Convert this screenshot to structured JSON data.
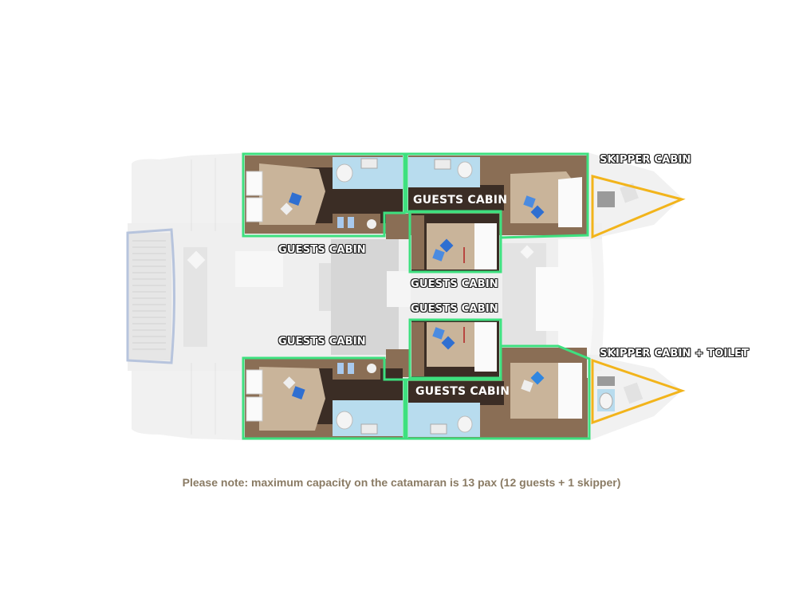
{
  "colors": {
    "guest_cabin_outline": "#3ee07f",
    "skipper_cabin_outline": "#f2b41b",
    "note_text": "#8a7b64",
    "hull": "#f1f1f1",
    "wood_floor": "#8a6e55",
    "dark_floor": "#3b2d25",
    "bed": "#c9b49a",
    "bathroom": "#b8dcee",
    "pillow": "#2f6fd1"
  },
  "labels": {
    "guests_cabin_port_aft": "GUESTS CABIN",
    "guests_cabin_port_fwd": "GUESTS CABIN",
    "guests_cabin_port_mid": "GUESTS CABIN",
    "guests_cabin_stbd_mid": "GUESTS CABIN",
    "guests_cabin_stbd_aft": "GUESTS CABIN",
    "guests_cabin_stbd_fwd": "GUESTS CABIN",
    "skipper_cabin_port": "SKIPPER CABIN",
    "skipper_cabin_stbd": "SKIPPER CABIN + TOILET"
  },
  "cabins": [
    {
      "type": "guest",
      "label": "GUESTS CABIN",
      "position": "port aft"
    },
    {
      "type": "guest",
      "label": "GUESTS CABIN",
      "position": "port forward"
    },
    {
      "type": "guest",
      "label": "GUESTS CABIN",
      "position": "port middle"
    },
    {
      "type": "guest",
      "label": "GUESTS CABIN",
      "position": "starboard middle"
    },
    {
      "type": "guest",
      "label": "GUESTS CABIN",
      "position": "starboard aft"
    },
    {
      "type": "guest",
      "label": "GUESTS CABIN",
      "position": "starboard forward"
    },
    {
      "type": "skipper",
      "label": "SKIPPER CABIN",
      "position": "port bow"
    },
    {
      "type": "skipper",
      "label": "SKIPPER CABIN + TOILET",
      "position": "starboard bow"
    }
  ],
  "capacity": {
    "max_pax": 13,
    "guests": 12,
    "skipper": 1
  },
  "note": "Please note: maximum capacity on the catamaran is 13 pax (12 guests + 1 skipper)"
}
